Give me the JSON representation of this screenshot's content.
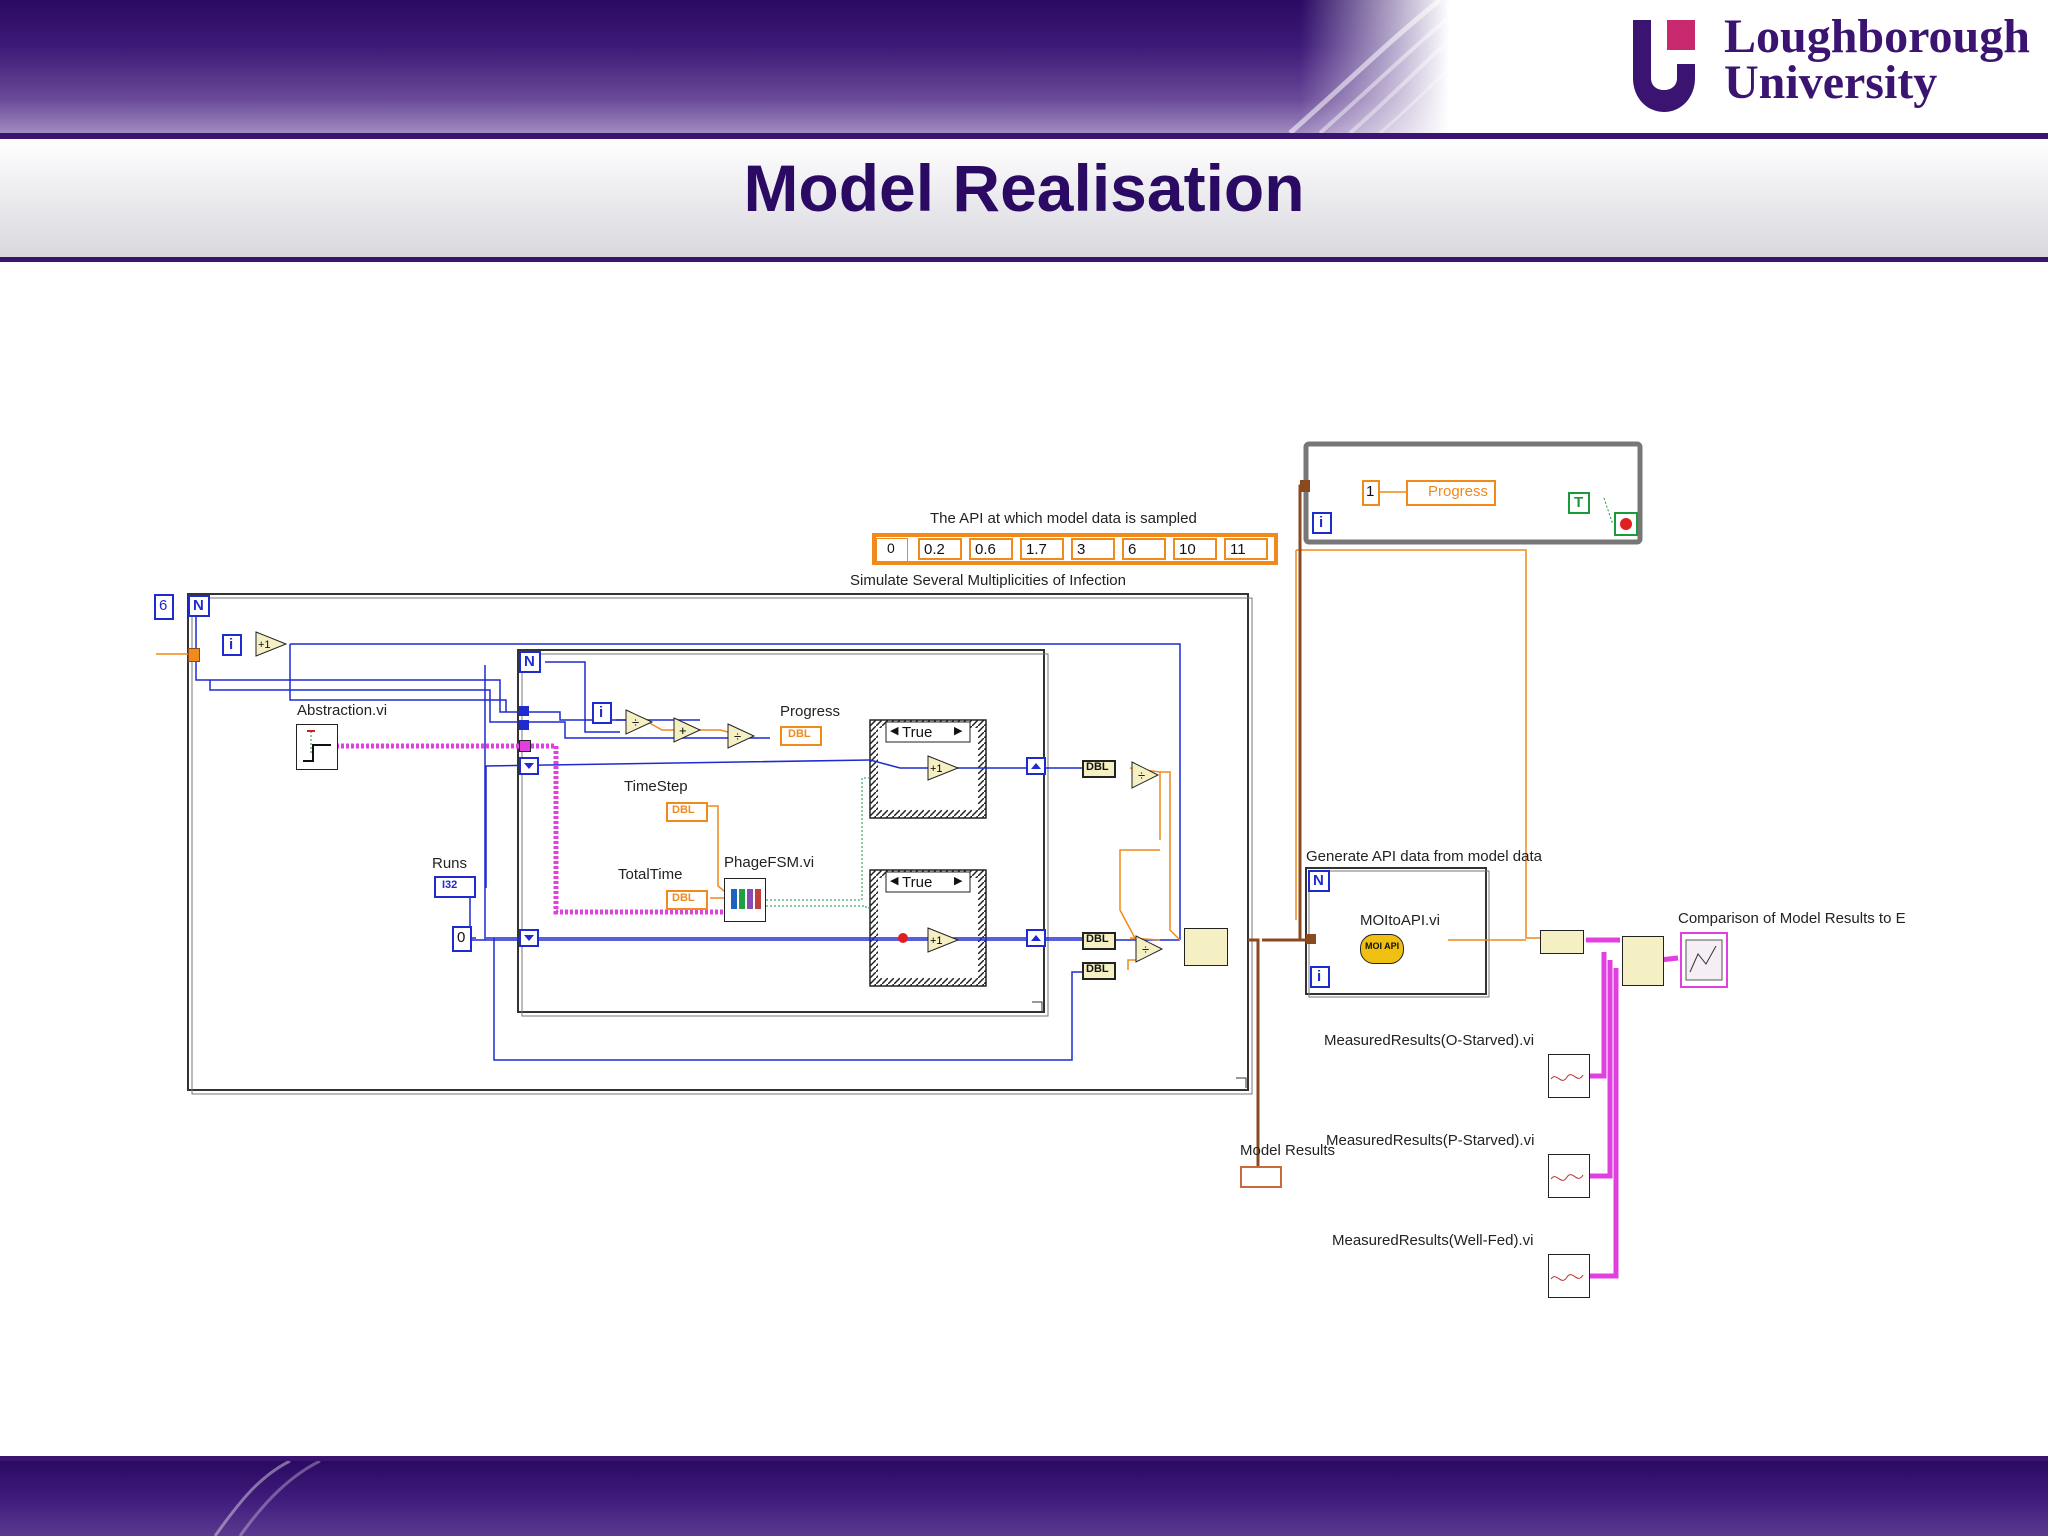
{
  "slide": {
    "title": "Model Realisation",
    "logo": {
      "line1": "Loughborough",
      "line2": "University"
    },
    "colors": {
      "brand_purple": "#2a0a62",
      "brand_magenta": "#c8286e",
      "wire_blue": "#1e2bd0",
      "wire_orange": "#f08a1a",
      "wire_pink": "#e040e0",
      "wire_brown": "#8a4a20"
    }
  },
  "diagram": {
    "api_array": {
      "label": "The API at which model data is sampled",
      "index": "0",
      "values": [
        "0.2",
        "0.6",
        "1.7",
        "3",
        "6",
        "10",
        "11"
      ]
    },
    "outer_loop": {
      "label": "Simulate Several Multiplicities of Infection",
      "count_const": "6",
      "n_label": "N",
      "i_label": "i"
    },
    "nodes": {
      "abstraction": "Abstraction.vi",
      "phagefsm": "PhageFSM.vi",
      "progress_indicator": "Progress",
      "progress_type": "DBL",
      "timestep": "TimeStep",
      "totaltime": "TotalTime",
      "runs": "Runs",
      "runs_type": "I32",
      "zero_const": "0",
      "dbl": "DBL",
      "increment": "+1",
      "case_true": "True",
      "model_results": "Model Results",
      "moitoapi_frame": "Generate API data from model data",
      "moitoapi": "MOItoAPI.vi",
      "moiapi_icon": "MOI API",
      "comparison": "Comparison of Model Results to E",
      "measured": [
        "MeasuredResults(O-Starved).vi",
        "MeasuredResults(P-Starved).vi",
        "MeasuredResults(Well-Fed).vi"
      ],
      "top_loop_const": "1",
      "progress_ref": "Progress",
      "true_const": "T"
    }
  }
}
